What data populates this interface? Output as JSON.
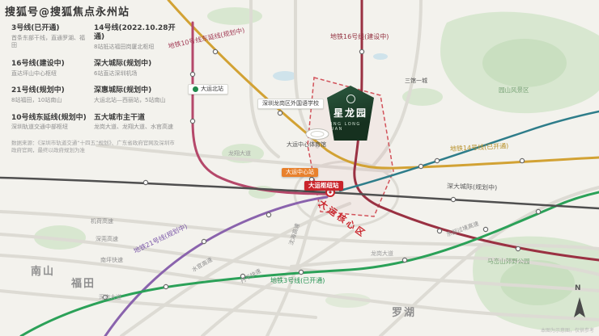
{
  "watermark": "搜狐号@搜狐焦点永州站",
  "legend": {
    "rows": [
      {
        "title": "3号线(已开通)",
        "desc": "首条东部干线，直通罗湖、福田"
      },
      {
        "title": "14号线(2022.10.28开通)",
        "desc": "8站抵达福田岗厦北枢纽"
      },
      {
        "title": "16号线(建设中)",
        "desc": "直达坪山中心枢纽"
      },
      {
        "title": "深大城际(规划中)",
        "desc": "6站直达深圳机场"
      },
      {
        "title": "21号线(规划中)",
        "desc": "8站福田，10站南山"
      },
      {
        "title": "深惠城际(规划中)",
        "desc": "大运北站—西丽站，5站南山"
      },
      {
        "title": "10号线东延线(规划中)",
        "desc": "深圳轨道交通中部枢纽"
      },
      {
        "title": "五大城市主干道",
        "desc": "龙岗大道、龙翔大道、水官高速"
      }
    ],
    "disclaimer": "数据来源：《深圳市轨道交通“十四五”规划》、广东省政府官网及深圳市政府官网，最终以政府规划为准"
  },
  "project": {
    "name": "星龙园",
    "latin": "XING LONG YUAN"
  },
  "stations": {
    "dayun_bei": "大运北站",
    "dayun_center": "大运中心站",
    "dayun_hub": "大运枢纽站"
  },
  "map_labels": {
    "line10": "地铁10号线东延线(规划中)",
    "line16": "地铁16号线(建设中)",
    "line14": "地铁14号线(已开通)",
    "line3": "地铁3号线(已开通)",
    "line21": "地铁21号线(规划中)",
    "sdcj": "深大城际(规划中)",
    "core": "大运核心区",
    "school": "深圳龙岗区外国语学校",
    "stadium": "大运中心体育馆",
    "sgyc": "三馆一城",
    "jihe": "机荷高速",
    "shenguan": "深莞高速",
    "nanping": "南坪快速",
    "shuiguan": "水官高速",
    "danping": "丹平快速",
    "shenhai": "沈海高速",
    "dongbu": "东部过境高速",
    "maluanshan": "马峦山郊野公园",
    "yuanshan": "园山风景区",
    "futian": "福田",
    "nanshan": "南山",
    "luohu": "罗湖",
    "shennan": "深南大道",
    "longxiang": "龙翔大道",
    "longgang": "龙岗大道"
  },
  "compass": "N",
  "note": "本图为示意图，仅供参考",
  "colors": {
    "line3": "#2ba158",
    "line14": "#d2a234",
    "line16": "#9a3142",
    "line10_ext": "#b5486a",
    "line21": "#8a63ad",
    "intercity_shenda": "#4f4f4f",
    "intercity_shenhui": "#2e7d8a",
    "hub_badge": "#c9242b",
    "center_badge": "#e8812d",
    "project_bg": "#1d3a2a",
    "park": "#d8e7d0"
  }
}
